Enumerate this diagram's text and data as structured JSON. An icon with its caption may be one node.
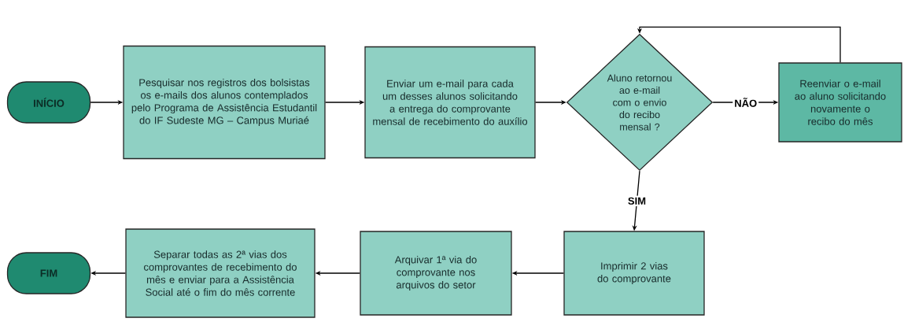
{
  "diagram": {
    "nodes": [
      {
        "text": [
          "INÍCIO"
        ]
      },
      {
        "text": [
          "Pesquisar nos registros dos bolsistas os e-mails dos alunos contemplados pelo Programa de Assistência Estudantil do IF Sudeste MG – Campus Muriaé"
        ]
      },
      {
        "text": [
          "Enviar um e-mail para cada um desses alunos solicitando a entrega do comprovante mensal de recebimento do auxílio"
        ]
      },
      {
        "text": [
          "Aluno retornou ao e-mail com o envio do recibo mensal ?"
        ]
      },
      {
        "text": [
          "Reenviar o e-mail ao aluno solicitando novamente o recibo do mês"
        ]
      },
      {
        "text": [
          "Imprimir 2 vias do comprovante"
        ]
      },
      {
        "text": [
          "Arquivar 1ª via do comprovante nos arquivos do setor"
        ]
      },
      {
        "text": [
          "Separar todas as 2ª vias dos comprovantes de recebimento do mês e enviar para a Assistência Social até o fim do mês corrente"
        ]
      },
      {
        "text": [
          "FIM"
        ]
      }
    ],
    "edges": [
      {
        "from": 0,
        "to": 1,
        "arrow": "to"
      },
      {
        "from": 1,
        "to": 2,
        "arrow": "to"
      },
      {
        "from": 2,
        "to": 3,
        "arrow": "to"
      },
      {
        "from": 3,
        "to": 4,
        "arrow": "to",
        "label": "NÃO"
      },
      {
        "from": 4,
        "to": 3,
        "arrow": "to"
      },
      {
        "from": 3,
        "to": 5,
        "arrow": "to",
        "label": "SIM"
      },
      {
        "from": 5,
        "to": 6,
        "arrow": "to"
      },
      {
        "from": 6,
        "to": 7,
        "arrow": "to"
      },
      {
        "from": 7,
        "to": 8,
        "arrow": "to"
      }
    ]
  }
}
